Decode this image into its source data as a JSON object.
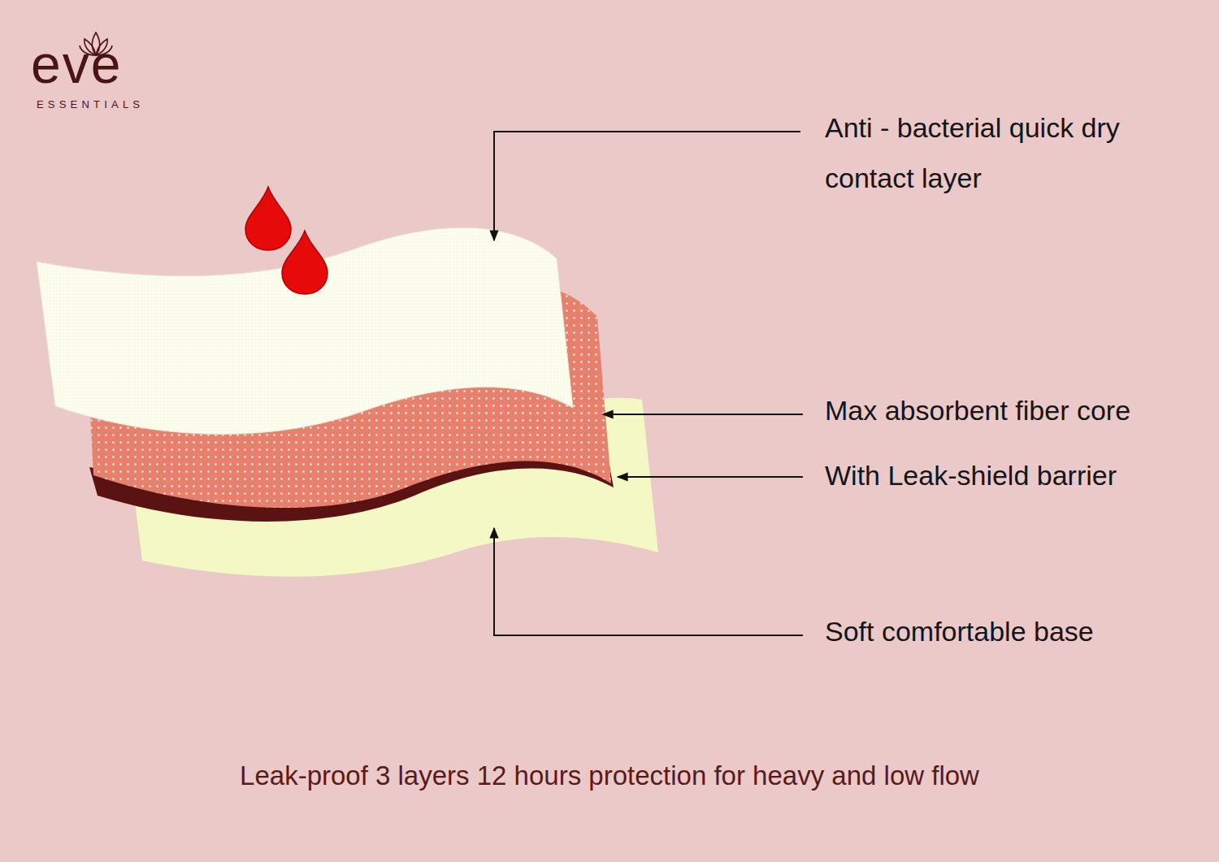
{
  "diagram": {
    "caption": "Leak-proof 3 layers 12 hours protection for heavy and low flow",
    "labels": [
      "eve",
      "ESSENTIALS",
      "Anti - bacterial quick dry contact layer",
      "Max absorbent fiber core",
      "With Leak-shield barrier",
      "Soft comfortable base"
    ]
  }
}
